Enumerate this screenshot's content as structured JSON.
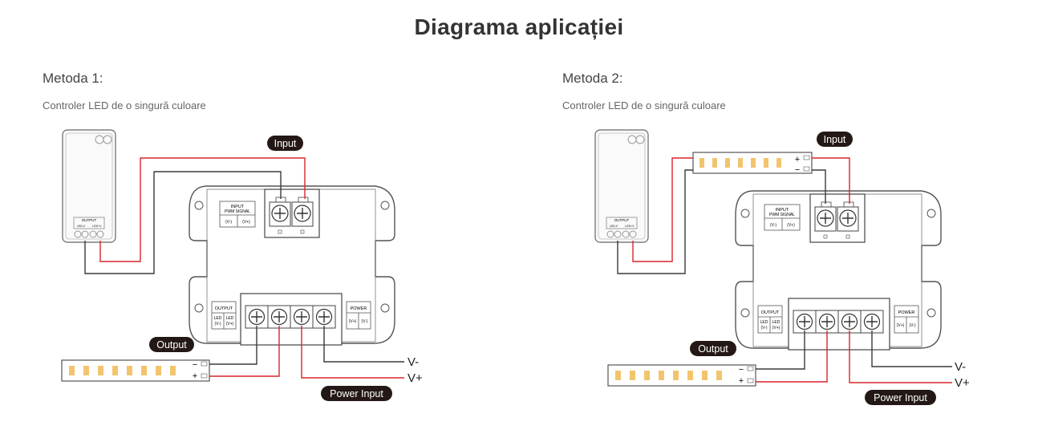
{
  "title": "Diagrama aplicației",
  "methods": [
    {
      "heading": "Metoda 1:",
      "subtitle": "Controler LED de o singură culoare",
      "pill_input": "Input",
      "pill_output": "Output",
      "pill_power": "Power Input",
      "label_vminus": "V-",
      "label_vplus": "V+",
      "box_input": "INPUT",
      "box_pwm": "PWM SIGNAL",
      "box_vm": "(V-)",
      "box_vp": "(V+)",
      "out_title": "OUTPUT",
      "out_led": "LED",
      "out_vm": "(V-)",
      "out_vp": "(V+)",
      "pw_title": "POWER",
      "pw_vp": "(V+)",
      "pw_vm": "(V-)",
      "strip_minus": "−",
      "strip_plus": "+",
      "remote_output": "OUTPUT",
      "remote_led1": "LED-V",
      "remote_led2": "LED+V"
    },
    {
      "heading": "Metoda 2:",
      "subtitle": "Controler LED de o singură culoare",
      "pill_input": "Input",
      "pill_output": "Output",
      "pill_power": "Power Input",
      "label_vminus": "V-",
      "label_vplus": "V+",
      "box_input": "INPUT",
      "box_pwm": "PWM SIGNAL",
      "box_vm": "(V-)",
      "box_vp": "(V+)",
      "out_title": "OUTPUT",
      "out_led": "LED",
      "out_vm": "(V-)",
      "out_vp": "(V+)",
      "pw_title": "POWER",
      "pw_vp": "(V+)",
      "pw_vm": "(V-)",
      "strip_minus": "−",
      "strip_plus": "+",
      "remote_output": "OUTPUT",
      "remote_led1": "LED-V",
      "remote_led2": "LED+V"
    }
  ],
  "colors": {
    "wire_red": "#d9252b",
    "wire_black": "#3a3a3a",
    "pill": "#231815",
    "led": "#f2c46d"
  }
}
